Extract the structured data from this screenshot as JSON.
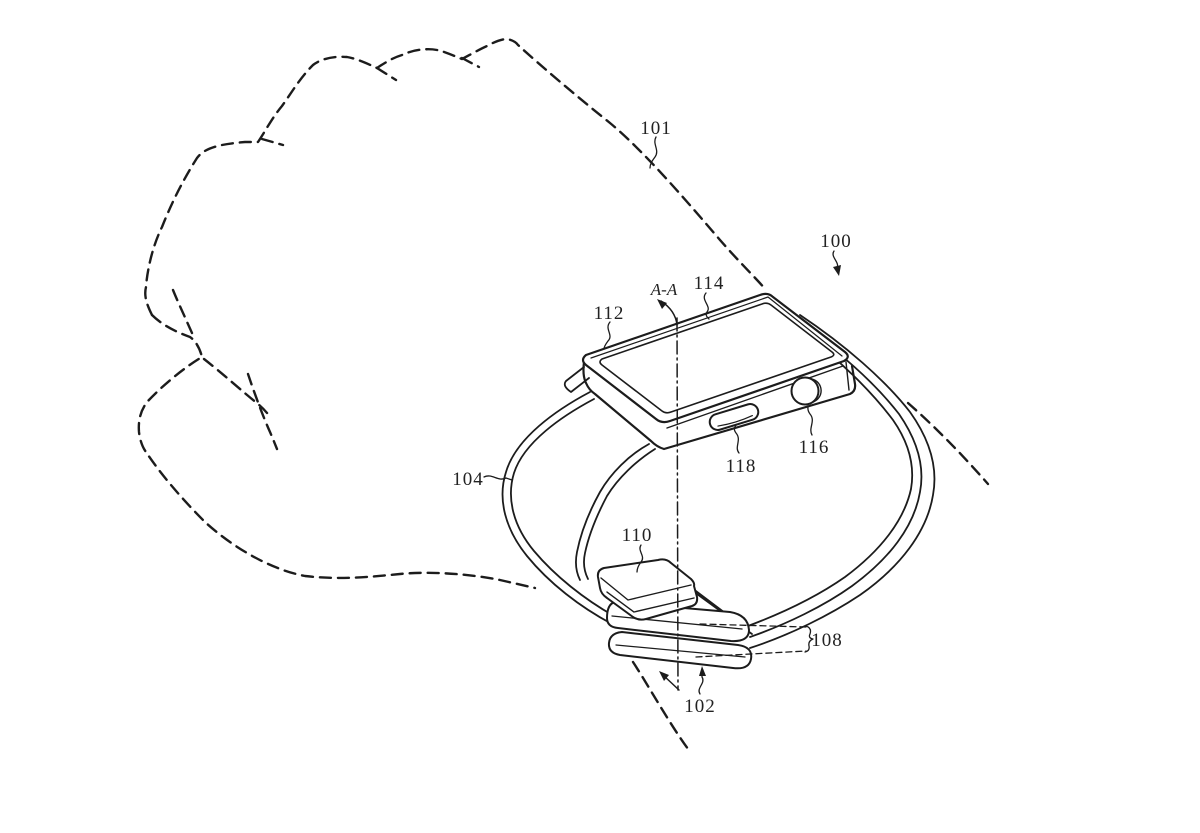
{
  "figure": {
    "background_color": "#ffffff",
    "line_color": "#1c1c1c",
    "label_color": "#222222"
  },
  "labels": {
    "n100": {
      "text": "100"
    },
    "n101": {
      "text": "101"
    },
    "n102": {
      "text": "102"
    },
    "n104": {
      "text": "104"
    },
    "n108": {
      "text": "108"
    },
    "n110": {
      "text": "110"
    },
    "n112": {
      "text": "112"
    },
    "n114": {
      "text": "114"
    },
    "n116": {
      "text": "116"
    },
    "n118": {
      "text": "118"
    },
    "section": {
      "text": "A-A"
    }
  }
}
